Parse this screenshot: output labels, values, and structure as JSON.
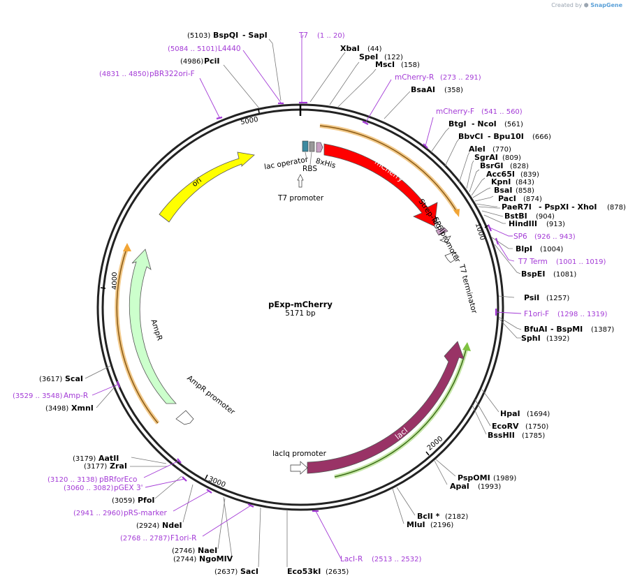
{
  "credit": {
    "prefix": "Created by",
    "brand": "SnapGene"
  },
  "plasmid": {
    "name": "pExp-mCherry",
    "size": "5171 bp"
  },
  "ticks": [
    "1000",
    "2000",
    "3000",
    "4000",
    "5000"
  ],
  "enzymes": [
    {
      "name": "BspQI",
      "pos": "(5103)",
      "extra": "- SapI"
    },
    {
      "name": "PciI",
      "pos": "(4986)"
    },
    {
      "name": "XbaI",
      "pos": "(44)"
    },
    {
      "name": "SpeI",
      "pos": "(122)"
    },
    {
      "name": "MscI",
      "pos": "(158)"
    },
    {
      "name": "BsaAI",
      "pos": "(358)"
    },
    {
      "name": "BtgI",
      "extra": "- NcoI",
      "pos": "(561)"
    },
    {
      "name": "BbvCI",
      "extra": "- Bpu10I",
      "pos": "(666)"
    },
    {
      "name": "AleI",
      "pos": "(770)"
    },
    {
      "name": "SgrAI",
      "pos": "(809)"
    },
    {
      "name": "BsrGI",
      "pos": "(828)"
    },
    {
      "name": "Acc65I",
      "pos": "(839)"
    },
    {
      "name": "KpnI",
      "pos": "(843)"
    },
    {
      "name": "BsaI",
      "pos": "(858)"
    },
    {
      "name": "PacI",
      "pos": "(874)"
    },
    {
      "name": "PaeR7I",
      "extra": "- PspXI - XhoI",
      "pos": "(878)"
    },
    {
      "name": "BstBI",
      "pos": "(904)"
    },
    {
      "name": "HindIII",
      "pos": "(913)"
    },
    {
      "name": "BlpI",
      "pos": "(1004)"
    },
    {
      "name": "BspEI",
      "pos": "(1081)"
    },
    {
      "name": "PsiI",
      "pos": "(1257)"
    },
    {
      "name": "BfuAI",
      "extra": "- BspMI",
      "pos": "(1387)"
    },
    {
      "name": "SphI",
      "pos": "(1392)"
    },
    {
      "name": "HpaI",
      "pos": "(1694)"
    },
    {
      "name": "EcoRV",
      "pos": "(1750)"
    },
    {
      "name": "BssHII",
      "pos": "(1785)"
    },
    {
      "name": "PspOMI",
      "pos": "(1989)"
    },
    {
      "name": "ApaI",
      "pos": "(1993)"
    },
    {
      "name": "BclI *",
      "pos": "(2182)"
    },
    {
      "name": "MluI",
      "pos": "(2196)"
    },
    {
      "name": "Eco53kI",
      "pos": "(2635)"
    },
    {
      "name": "SacI",
      "pos": "(2637)"
    },
    {
      "name": "NaeI",
      "pos": "(2746)"
    },
    {
      "name": "NgoMIV",
      "pos": "(2744)"
    },
    {
      "name": "NdeI",
      "pos": "(2924)"
    },
    {
      "name": "PfoI",
      "pos": "(3059)"
    },
    {
      "name": "ZraI",
      "pos": "(3177)"
    },
    {
      "name": "AatII",
      "pos": "(3179)"
    },
    {
      "name": "XmnI",
      "pos": "(3498)"
    },
    {
      "name": "ScaI",
      "pos": "(3617)"
    }
  ],
  "primers": [
    {
      "name": "T7",
      "pos": "(1 .. 20)"
    },
    {
      "name": "L4440",
      "pos": "(5084 .. 5101)"
    },
    {
      "name": "pBR322ori-F",
      "pos": "(4831 .. 4850)"
    },
    {
      "name": "mCherry-R",
      "pos": "(273 .. 291)"
    },
    {
      "name": "mCherry-F",
      "pos": "(541 .. 560)"
    },
    {
      "name": "SP6",
      "pos": "(926 .. 943)"
    },
    {
      "name": "T7 Term",
      "pos": "(1001 .. 1019)"
    },
    {
      "name": "F1ori-F",
      "pos": "(1298 .. 1319)"
    },
    {
      "name": "LacI-R",
      "pos": "(2513 .. 2532)"
    },
    {
      "name": "F1ori-R",
      "pos": "(2768 .. 2787)"
    },
    {
      "name": "pRS-marker",
      "pos": "(2941 .. 2960)"
    },
    {
      "name": "pGEX 3'",
      "pos": "(3060 .. 3082)"
    },
    {
      "name": "pBRforEco",
      "pos": "(3120 .. 3138)"
    },
    {
      "name": "Amp-R",
      "pos": "(3529 .. 3548)"
    }
  ],
  "features": {
    "mcherry": "mCherry",
    "laci": "lacI",
    "ori": "ori",
    "ampr": "AmpR",
    "lac_operator": "lac operator",
    "rbs": "RBS",
    "his": "8xHis",
    "t7_promoter": "T7 promoter",
    "strep_tag": "Strep-Tag II",
    "sp6_promoter": "SP6 promoter",
    "t7_terminator": "T7 terminator",
    "lacIq_promoter": "lacIq promoter",
    "ampr_promoter": "AmpR promoter"
  },
  "colors": {
    "mcherry": "#ff0000",
    "laci": "#993366",
    "ori": "#ffff00",
    "ampr": "#ccffcc",
    "orange_orf": "#f2a535",
    "green_orf": "#7fc241",
    "primer": "#a33ad6",
    "lac_operator": "#3d8aa0",
    "his_tag": "#c9a0c4"
  }
}
